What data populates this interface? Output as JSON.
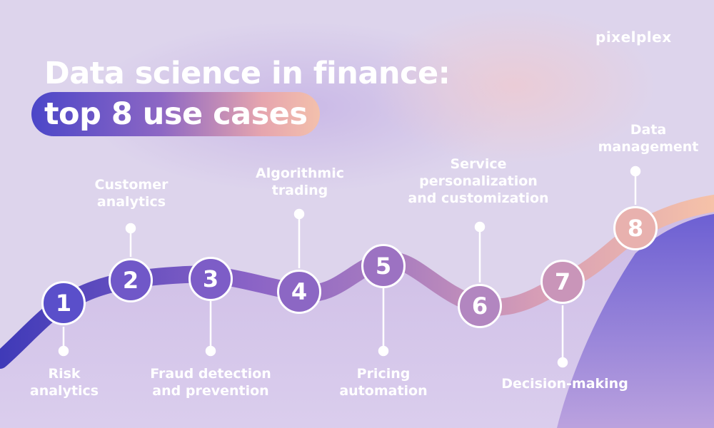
{
  "brand": {
    "logo_text": "pixelplex"
  },
  "title": {
    "line1": "Data science in finance:",
    "line2": "top 8 use cases"
  },
  "use_cases": [
    {
      "number": "1",
      "label": "Risk\nanalytics"
    },
    {
      "number": "2",
      "label": "Customer\nanalytics"
    },
    {
      "number": "3",
      "label": "Fraud detection\nand prevention"
    },
    {
      "number": "4",
      "label": "Algorithmic\ntrading"
    },
    {
      "number": "5",
      "label": "Pricing\nautomation"
    },
    {
      "number": "6",
      "label": "Service\npersonalization\nand customization"
    },
    {
      "number": "7",
      "label": "Decision-making"
    },
    {
      "number": "8",
      "label": "Data\nmanagement"
    }
  ],
  "colors": {
    "background": "#ddd4ec",
    "wave_start": "#3f3ab8",
    "wave_mid": "#9d75c2",
    "wave_end": "#f3bfa9",
    "text": "#ffffff"
  }
}
